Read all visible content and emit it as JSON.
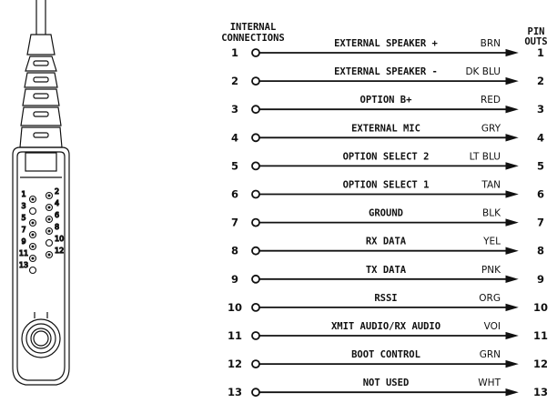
{
  "header": {
    "internal_line1": "INTERNAL",
    "internal_line2": "CONNECTIONS",
    "pin_line1": "PIN",
    "pin_line2": "OUTS"
  },
  "rows": [
    {
      "internal": "1",
      "signal": "EXTERNAL SPEAKER +",
      "color": "BRN",
      "pinout": "1"
    },
    {
      "internal": "2",
      "signal": "EXTERNAL SPEAKER -",
      "color": "DK BLU",
      "pinout": "2"
    },
    {
      "internal": "3",
      "signal": "OPTION B+",
      "color": "RED",
      "pinout": "3"
    },
    {
      "internal": "4",
      "signal": "EXTERNAL MIC",
      "color": "GRY",
      "pinout": "4"
    },
    {
      "internal": "5",
      "signal": "OPTION SELECT 2",
      "color": "LT BLU",
      "pinout": "5"
    },
    {
      "internal": "6",
      "signal": "OPTION SELECT 1",
      "color": "TAN",
      "pinout": "6"
    },
    {
      "internal": "7",
      "signal": "GROUND",
      "color": "BLK",
      "pinout": "7"
    },
    {
      "internal": "8",
      "signal": "RX DATA",
      "color": "YEL",
      "pinout": "8"
    },
    {
      "internal": "9",
      "signal": "TX DATA",
      "color": "PNK",
      "pinout": "9"
    },
    {
      "internal": "10",
      "signal": "RSSI",
      "color": "ORG",
      "pinout": "10"
    },
    {
      "internal": "11",
      "signal": "XMIT AUDIO/RX AUDIO",
      "color": "VOI",
      "pinout": "11"
    },
    {
      "internal": "12",
      "signal": "BOOT CONTROL",
      "color": "GRN",
      "pinout": "12"
    },
    {
      "internal": "13",
      "signal": "NOT USED",
      "color": "WHT",
      "pinout": "13"
    }
  ],
  "connector": {
    "pin_labels": [
      "1",
      "2",
      "3",
      "4",
      "5",
      "6",
      "7",
      "8",
      "9",
      "10",
      "11",
      "12",
      "13"
    ]
  }
}
